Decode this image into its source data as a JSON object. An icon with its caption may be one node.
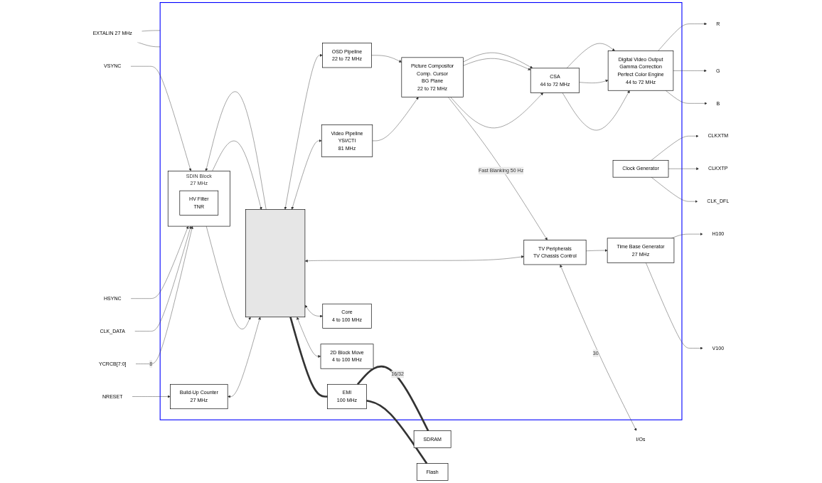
{
  "diagram": {
    "nodes": [
      {
        "text": [],
        "shape": "box"
      },
      {
        "text": [
          "NRESET"
        ]
      },
      {
        "text": [
          "Build-Up Counter",
          "27 MHz"
        ],
        "in": 0
      },
      {
        "text": [],
        "shape": "bar",
        "in": 0
      },
      {
        "text": [
          "Video Pipeline",
          "YSI/CTI",
          "81 MHz"
        ],
        "in": 0
      },
      {
        "text": [
          "Picture Compositor",
          "Comp. Cursor",
          "BG Plane",
          "22 to 72 MHz"
        ],
        "in": 0
      },
      {
        "text": [
          "CSA",
          "44 to 72 MHz"
        ],
        "in": 0
      },
      {
        "text": [
          "Digital Video Output",
          "Gamma Correction",
          "Perfect Color Engine",
          "44 to 72 MHz"
        ],
        "in": 0
      },
      {
        "text": [
          "R"
        ]
      },
      {
        "text": [
          "G"
        ]
      },
      {
        "text": [
          "B"
        ]
      },
      {
        "text": [
          "OSD Pipeline",
          "22 to 72 MHz"
        ],
        "in": 0
      },
      {
        "text": [
          "YCRCB[7:0]"
        ]
      },
      {
        "text": [
          "SDIN Block",
          "27 MHz"
        ],
        "in": 0
      },
      {
        "text": [
          "HV Filter",
          "TNR"
        ],
        "in": 13
      },
      {
        "text": [
          "CLK_DATA"
        ]
      },
      {
        "text": [
          "HSYNC"
        ]
      },
      {
        "text": [
          "VSYNC"
        ]
      },
      {
        "text": [
          "SDRAM"
        ]
      },
      {
        "text": [
          "EMI",
          "100 MHz"
        ],
        "in": 0
      },
      {
        "text": [
          "Flash"
        ]
      },
      {
        "text": [
          "Core",
          "4 to 100 MHz"
        ],
        "in": 0
      },
      {
        "text": [
          "2D Block Move",
          "4 to 100 MHz"
        ],
        "in": 0
      },
      {
        "text": [
          "EXTALIN 27 MHz"
        ]
      },
      {
        "text": [
          "Clock Generator"
        ],
        "in": 0
      },
      {
        "text": [
          "TV Peripherals",
          "TV Chassis Control"
        ],
        "in": 0
      },
      {
        "text": [
          "Time Base Generator",
          "27 MHz"
        ],
        "in": 0
      },
      {
        "text": [
          "H100"
        ]
      },
      {
        "text": [
          "V100"
        ]
      },
      {
        "text": [
          "CLKXTM"
        ]
      },
      {
        "text": [
          "CLKXTP"
        ]
      },
      {
        "text": [
          "CLK_DFL"
        ]
      },
      {
        "text": [
          "I/Os"
        ]
      }
    ],
    "edges": [
      {
        "from": 1,
        "to": 2,
        "arrow": "to"
      },
      {
        "from": 2,
        "to": 3,
        "arrow": "both"
      },
      {
        "from": 3,
        "to": 4,
        "arrow": "both"
      },
      {
        "from": 3,
        "to": 11,
        "arrow": "both"
      },
      {
        "from": 13,
        "to": 3,
        "arrow": "to"
      },
      {
        "from": 3,
        "to": 13,
        "arrow": "to"
      },
      {
        "from": 13,
        "to": 3,
        "arrow": "to"
      },
      {
        "from": 4,
        "to": 5,
        "arrow": "to"
      },
      {
        "from": 11,
        "to": 5,
        "arrow": "to"
      },
      {
        "from": 5,
        "to": 6,
        "arrow": "to"
      },
      {
        "from": 5,
        "to": 6,
        "arrow": "to"
      },
      {
        "from": 5,
        "to": 6,
        "arrow": "to"
      },
      {
        "from": 6,
        "to": 7,
        "arrow": "to"
      },
      {
        "from": 6,
        "to": 7,
        "arrow": "to"
      },
      {
        "from": 6,
        "to": 7,
        "arrow": "to"
      },
      {
        "from": 7,
        "to": 8,
        "arrow": "to"
      },
      {
        "from": 7,
        "to": 9,
        "arrow": "to"
      },
      {
        "from": 7,
        "to": 10,
        "arrow": "to"
      },
      {
        "from": 12,
        "to": 13,
        "arrow": "to",
        "label": "8"
      },
      {
        "from": 15,
        "to": 13,
        "arrow": "to"
      },
      {
        "from": 16,
        "to": 13,
        "arrow": "to"
      },
      {
        "from": 17,
        "to": 13,
        "arrow": "to"
      },
      {
        "from": 3,
        "to": 19,
        "arrow": "none",
        "style": "thick"
      },
      {
        "from": 19,
        "to": 18,
        "arrow": "none",
        "label": "16/32",
        "style": "thick"
      },
      {
        "from": 19,
        "to": 20,
        "arrow": "none",
        "style": "thick"
      },
      {
        "from": 3,
        "to": 22,
        "arrow": "both"
      },
      {
        "from": 3,
        "to": 21,
        "arrow": "both"
      },
      {
        "from": 3,
        "to": 25,
        "arrow": "both"
      },
      {
        "from": 5,
        "to": 25,
        "arrow": "to",
        "label": "Fast Blanking 50 Hz"
      },
      {
        "from": 25,
        "to": 26,
        "arrow": "to"
      },
      {
        "from": 26,
        "to": 27,
        "arrow": "to"
      },
      {
        "from": 26,
        "to": 28,
        "arrow": "to"
      },
      {
        "from": 24,
        "to": 29,
        "arrow": "to"
      },
      {
        "from": 24,
        "to": 30,
        "arrow": "to"
      },
      {
        "from": 24,
        "to": 31,
        "arrow": "to"
      },
      {
        "from": 25,
        "to": 32,
        "arrow": "both",
        "label": "30"
      },
      {
        "from": 23,
        "to": 0,
        "arrow": "none"
      },
      {
        "from": 23,
        "to": 0,
        "arrow": "none"
      }
    ]
  }
}
